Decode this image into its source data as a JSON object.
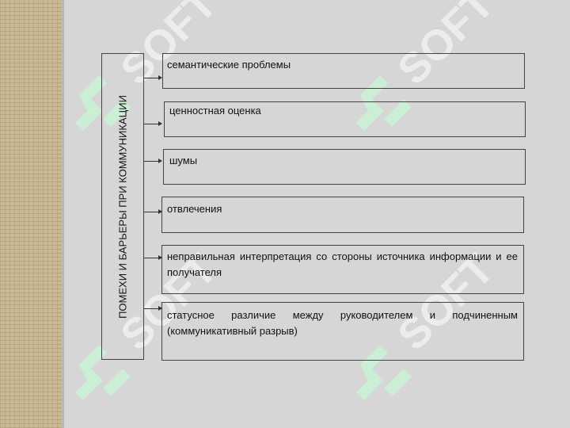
{
  "title": "ПОМЕХИ И БАРЬЕРЫ ПРИ КОММУНИКАЦИИ",
  "items": [
    {
      "text": "семантические проблемы"
    },
    {
      "text": "ценностная оценка"
    },
    {
      "text": "шумы"
    },
    {
      "text": "отвлечения"
    },
    {
      "text": "неправильная интерпретация со стороны источника информации и ее получателя"
    },
    {
      "text": "статусное различие между руководителем и подчиненным (коммуникативный разрыв)"
    }
  ],
  "watermark": {
    "text": "SOFT",
    "color": "#ffffff",
    "logo_color": "#ccf5d9"
  },
  "colors": {
    "background": "#d6d6d6",
    "border": "#444444",
    "strip": "#c9b994"
  }
}
